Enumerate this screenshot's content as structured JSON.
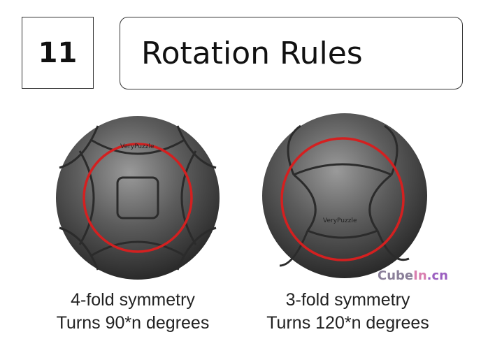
{
  "header": {
    "step_number": "11",
    "title": "Rotation Rules"
  },
  "left": {
    "line1": "4-fold symmetry",
    "line2": "Turns 90*n degrees",
    "logo": "VeryPuzzle"
  },
  "right": {
    "line1": "3-fold symmetry",
    "line2": "Turns 120*n degrees",
    "logo": "VeryPuzzle"
  },
  "watermark": {
    "part1": "Cube",
    "part2": "In",
    "part3": ".cn"
  },
  "colors": {
    "ring": "#d42020",
    "ball": "#5a5a5a"
  }
}
